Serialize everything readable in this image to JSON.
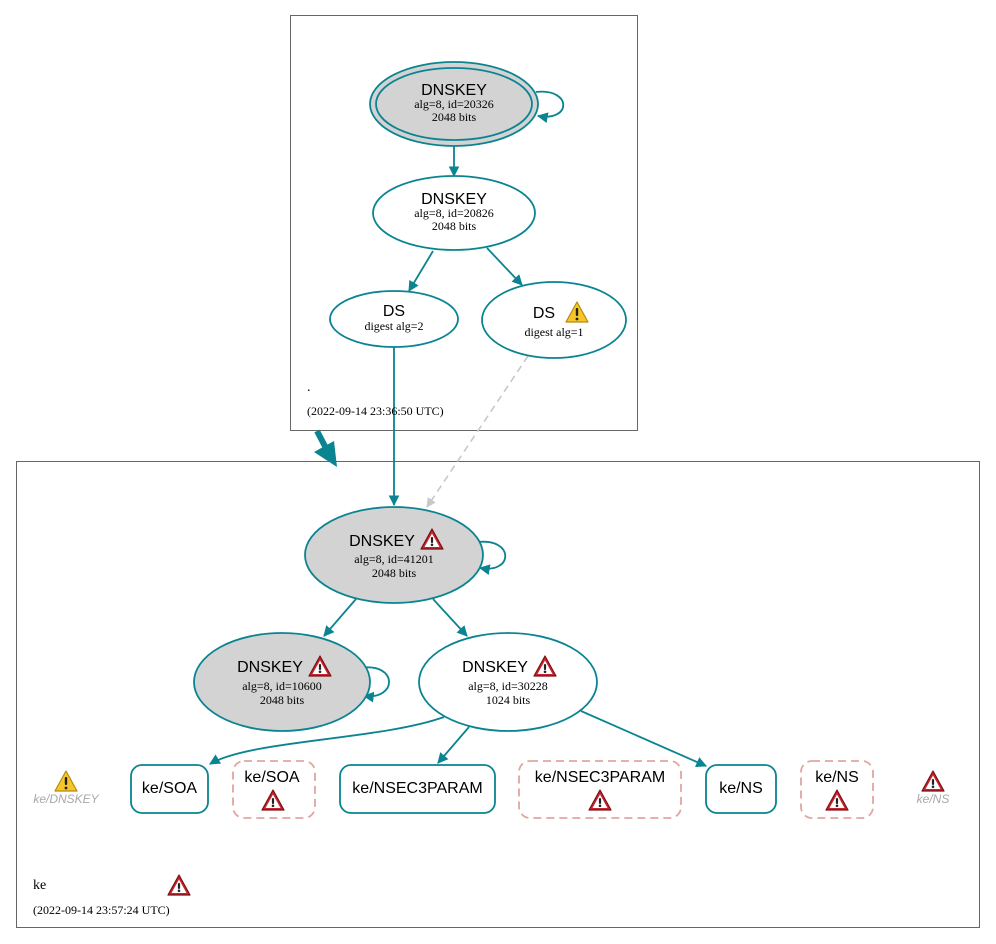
{
  "root_zone": {
    "name": ".",
    "timestamp": "(2022-09-14 23:36:50 UTC)",
    "ksk": {
      "title": "DNSKEY",
      "line1": "alg=8, id=20326",
      "line2": "2048 bits"
    },
    "zsk": {
      "title": "DNSKEY",
      "line1": "alg=8, id=20826",
      "line2": "2048 bits"
    },
    "ds_2": {
      "title": "DS",
      "line1": "digest alg=2"
    },
    "ds_1": {
      "title": "DS",
      "line1": "digest alg=1",
      "status": "warning"
    }
  },
  "ke_zone": {
    "name": "ke",
    "timestamp": "(2022-09-14 23:57:24 UTC)",
    "status": "error",
    "ksk": {
      "title": "DNSKEY",
      "line1": "alg=8, id=41201",
      "line2": "2048 bits",
      "status": "error"
    },
    "key_10600": {
      "title": "DNSKEY",
      "line1": "alg=8, id=10600",
      "line2": "2048 bits",
      "status": "error"
    },
    "key_30228": {
      "title": "DNSKEY",
      "line1": "alg=8, id=30228",
      "line2": "1024 bits",
      "status": "error"
    },
    "ghost_dnskey": {
      "label": "ke/DNSKEY",
      "status": "warning"
    },
    "soa": {
      "label": "ke/SOA"
    },
    "soa_err": {
      "label": "ke/SOA",
      "status": "error"
    },
    "nsec3param": {
      "label": "ke/NSEC3PARAM"
    },
    "nsec3param_err": {
      "label": "ke/NSEC3PARAM",
      "status": "error"
    },
    "ns": {
      "label": "ke/NS"
    },
    "ns_err": {
      "label": "ke/NS",
      "status": "error"
    },
    "ghost_ns": {
      "label": "ke/NS",
      "status": "error"
    }
  },
  "colors": {
    "edge": "#0a8491",
    "insecure_edge": "#c8c8c8",
    "error_border": "#e0a6a0",
    "key_fill_signing": "#d3d3d3",
    "warning": "#f6c52a",
    "error": "#c8232c"
  }
}
